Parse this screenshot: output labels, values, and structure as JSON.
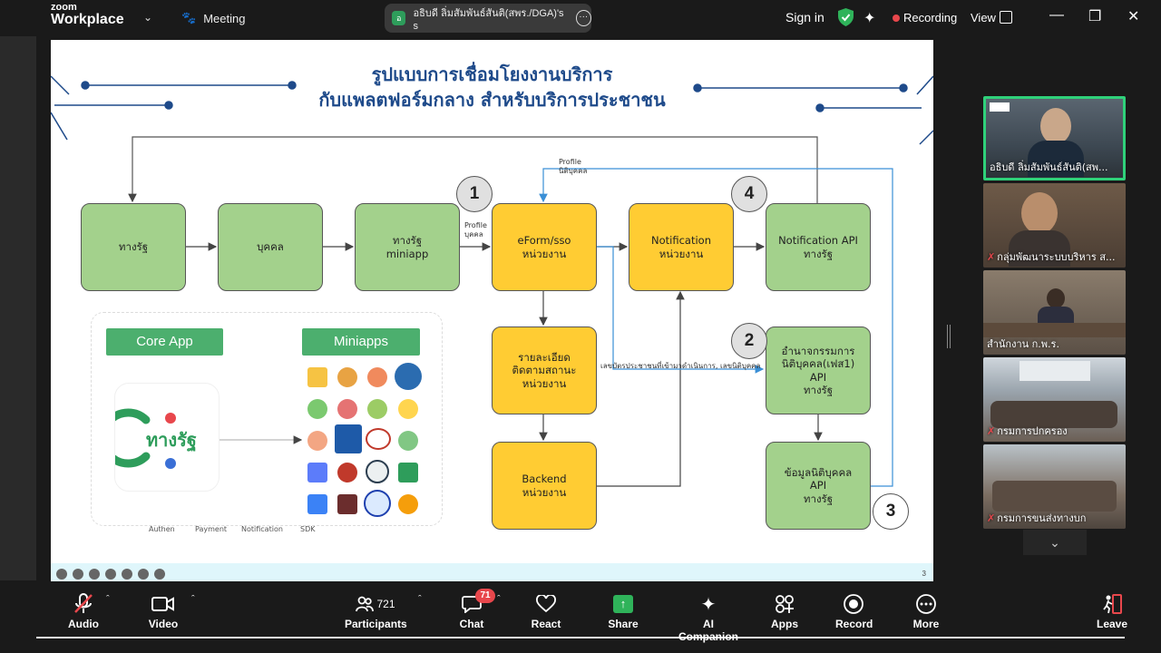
{
  "app": {
    "brand_small": "zoom",
    "brand_big": "Workplace",
    "meeting_label": "Meeting",
    "share_title": "อธิบดี ลิ่มสัมพันธ์สันติ(สพร./DGA)'s s",
    "share_badge": "อ",
    "sign_in": "Sign in",
    "recording": "Recording",
    "view": "View"
  },
  "slide": {
    "title_line1": "รูปแบบการเชื่อมโยงงานบริการ",
    "title_line2": "กับแพลตฟอร์มกลาง สำหรับบริการประชาชน",
    "nodes": {
      "tangrat": "ทางรัฐ",
      "bukkhon": "บุคคล",
      "miniapp_l1": "ทางรัฐ",
      "miniapp_l2": "miniapp",
      "eform_l1": "eForm/sso",
      "eform_l2": "หน่วยงาน",
      "notif_l1": "Notification",
      "notif_l2": "หน่วยงาน",
      "notifapi_l1": "Notification API",
      "notifapi_l2": "ทางรัฐ",
      "detail_l1": "รายละเอียด",
      "detail_l2": "ติดตามสถานะ",
      "detail_l3": "หน่วยงาน",
      "backend_l1": "Backend",
      "backend_l2": "หน่วยงาน",
      "authority_l1": "อำนาจกรรมการ",
      "authority_l2": "นิติบุคคล(เฟส1)",
      "authority_l3": "API",
      "authority_l4": "ทางรัฐ",
      "juristic_l1": "ข้อมูลนิติบุคคล",
      "juristic_l2": "API",
      "juristic_l3": "ทางรัฐ"
    },
    "numbers": {
      "n1": "1",
      "n2": "2",
      "n3": "3",
      "n4": "4"
    },
    "annotations": {
      "profile_top_l1": "Profile",
      "profile_top_l2": "นิติบุคคล",
      "profile_mid_l1": "Profile",
      "profile_mid_l2": "บุคคล",
      "citizen_id": "เลขบัตรประชาชนที่เข้ามาดำเนินการ, เลขนิติบุคคล"
    },
    "core_app": "Core App",
    "miniapps": "Miniapps",
    "logo_text": "ทางรัฐ",
    "footer_labels": [
      "Authen",
      "Payment",
      "Notification",
      "SDK"
    ],
    "page_number": "3"
  },
  "gallery": [
    {
      "name": "อธิบดี ลิ่มสัมพันธ์สันติ(สพ...",
      "muted": false,
      "active": true
    },
    {
      "name": "กลุ่มพัฒนาระบบบริหาร ส...",
      "muted": true,
      "active": false
    },
    {
      "name": "สำนักงาน ก.พ.ร.",
      "muted": false,
      "active": false
    },
    {
      "name": "กรมการปกครอง",
      "muted": true,
      "active": false
    },
    {
      "name": "กรมการขนส่งทางบก",
      "muted": true,
      "active": false
    }
  ],
  "toolbar": {
    "audio": "Audio",
    "video": "Video",
    "participants": "Participants",
    "participants_count": "721",
    "chat": "Chat",
    "chat_badge": "71",
    "react": "React",
    "share": "Share",
    "ai_companion": "AI Companion",
    "apps": "Apps",
    "record": "Record",
    "more": "More",
    "leave": "Leave"
  },
  "colors": {
    "green_box": "#a3d18c",
    "yellow_box": "#ffcc33",
    "title_blue": "#1e4a8a",
    "recording_red": "#e8474c",
    "active_speaker": "#2fd17a",
    "share_green": "#2fb35a"
  }
}
